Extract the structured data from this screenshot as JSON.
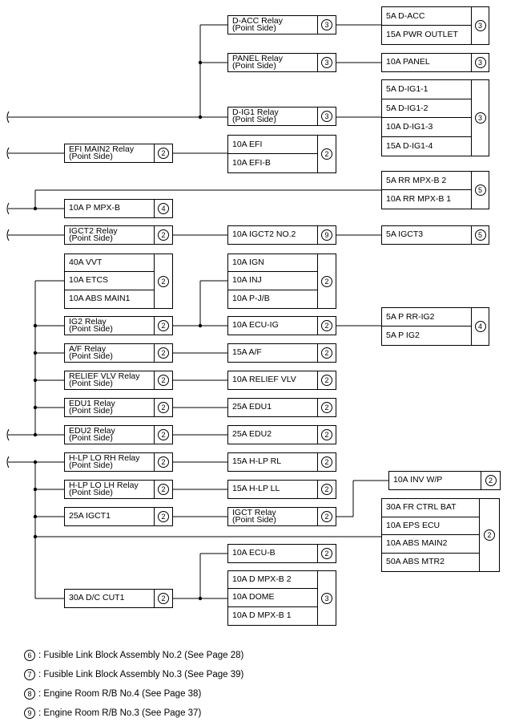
{
  "boxes": [
    {
      "id": "d-acc-relay",
      "rows": [
        "D-ACC Relay\n(Point Side)"
      ],
      "num": "3"
    },
    {
      "id": "d-acc-fuses",
      "rows": [
        "5A D-ACC",
        "15A PWR OUTLET"
      ],
      "num": "3"
    },
    {
      "id": "panel-relay",
      "rows": [
        "PANEL Relay\n(Point Side)"
      ],
      "num": "3"
    },
    {
      "id": "panel-fuse",
      "rows": [
        "10A PANEL"
      ],
      "num": "3"
    },
    {
      "id": "d-ig1-fuses",
      "rows": [
        "5A D-IG1-1",
        "5A D-IG1-2",
        "10A D-IG1-3",
        "15A D-IG1-4"
      ],
      "num": "3"
    },
    {
      "id": "d-ig1-relay",
      "rows": [
        "D-IG1 Relay\n(Point Side)"
      ],
      "num": "3"
    },
    {
      "id": "efi-main2-relay",
      "rows": [
        "EFI MAIN2 Relay\n(Point Side)"
      ],
      "num": "2"
    },
    {
      "id": "efi-fuses",
      "rows": [
        "10A EFI",
        "10A EFI-B"
      ],
      "num": "2"
    },
    {
      "id": "rr-mpx-fuses",
      "rows": [
        "5A RR MPX-B 2",
        "10A RR MPX-B 1"
      ],
      "num": "5"
    },
    {
      "id": "p-mpx-b",
      "rows": [
        "10A P MPX-B"
      ],
      "num": "4"
    },
    {
      "id": "igct2-relay",
      "rows": [
        "IGCT2 Relay\n(Point Side)"
      ],
      "num": "2"
    },
    {
      "id": "igct2-no2",
      "rows": [
        "10A IGCT2 NO.2"
      ],
      "num": "9"
    },
    {
      "id": "igct3",
      "rows": [
        "5A IGCT3"
      ],
      "num": "5"
    },
    {
      "id": "vvt-fuses",
      "rows": [
        "40A VVT",
        "10A ETCS",
        "10A ABS MAIN1"
      ],
      "num": "2"
    },
    {
      "id": "ign-fuses",
      "rows": [
        "10A IGN",
        "10A INJ",
        "10A P-J/B"
      ],
      "num": "2"
    },
    {
      "id": "ig2-relay",
      "rows": [
        "IG2 Relay\n(Point Side)"
      ],
      "num": "2"
    },
    {
      "id": "ecu-ig",
      "rows": [
        "10A ECU-IG"
      ],
      "num": "2"
    },
    {
      "id": "rr-ig2-fuses",
      "rows": [
        "5A P RR-IG2",
        "5A P IG2"
      ],
      "num": "4"
    },
    {
      "id": "af-relay",
      "rows": [
        "A/F Relay\n(Point Side)"
      ],
      "num": "2"
    },
    {
      "id": "af-fuse",
      "rows": [
        "15A A/F"
      ],
      "num": "2"
    },
    {
      "id": "relief-relay",
      "rows": [
        "RELIEF VLV Relay\n(Point Side)"
      ],
      "num": "2"
    },
    {
      "id": "relief-fuse",
      "rows": [
        "10A RELIEF VLV"
      ],
      "num": "2"
    },
    {
      "id": "edu1-relay",
      "rows": [
        "EDU1 Relay\n(Point Side)"
      ],
      "num": "2"
    },
    {
      "id": "edu1-fuse",
      "rows": [
        "25A EDU1"
      ],
      "num": "2"
    },
    {
      "id": "edu2-relay",
      "rows": [
        "EDU2 Relay\n(Point Side)"
      ],
      "num": "2"
    },
    {
      "id": "edu2-fuse",
      "rows": [
        "25A EDU2"
      ],
      "num": "2"
    },
    {
      "id": "hlp-rh-relay",
      "rows": [
        "H-LP LO RH Relay\n(Point Side)"
      ],
      "num": "2"
    },
    {
      "id": "hlp-rl-fuse",
      "rows": [
        "15A H-LP RL"
      ],
      "num": "2"
    },
    {
      "id": "inv-wp",
      "rows": [
        "10A INV W/P"
      ],
      "num": "2"
    },
    {
      "id": "hlp-lh-relay",
      "rows": [
        "H-LP LO LH Relay\n(Point Side)"
      ],
      "num": "2"
    },
    {
      "id": "hlp-ll-fuse",
      "rows": [
        "15A H-LP LL"
      ],
      "num": "2"
    },
    {
      "id": "fr-ctrl-fuses",
      "rows": [
        "30A FR CTRL BAT",
        "10A EPS ECU",
        "10A ABS MAIN2",
        "50A ABS MTR2"
      ],
      "num": "2"
    },
    {
      "id": "igct1",
      "rows": [
        "25A IGCT1"
      ],
      "num": "2"
    },
    {
      "id": "igct-relay",
      "rows": [
        "IGCT Relay\n(Point Side)"
      ],
      "num": "2"
    },
    {
      "id": "ecu-b",
      "rows": [
        "10A ECU-B"
      ],
      "num": "2"
    },
    {
      "id": "dc-cut1",
      "rows": [
        "30A D/C CUT1"
      ],
      "num": "2"
    },
    {
      "id": "d-mpx-fuses",
      "rows": [
        "10A D MPX-B 2",
        "10A DOME",
        "10A D MPX-B 1"
      ],
      "num": "3"
    }
  ],
  "legend": [
    {
      "num": "6",
      "text": ": Fusible Link Block Assembly No.2 (See Page 28)"
    },
    {
      "num": "7",
      "text": ": Fusible Link Block Assembly No.3 (See Page 39)"
    },
    {
      "num": "8",
      "text": ": Engine Room R/B No.4 (See Page 38)"
    },
    {
      "num": "9",
      "text": ": Engine Room R/B No.3 (See Page 37)"
    }
  ]
}
